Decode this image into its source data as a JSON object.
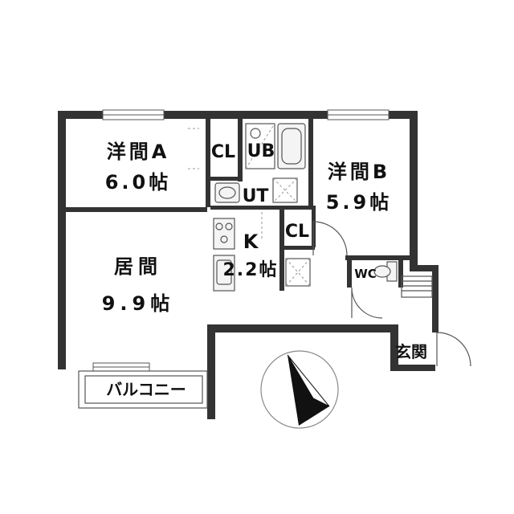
{
  "rooms": {
    "western_a": {
      "name": "洋間A",
      "size": "6.0帖"
    },
    "western_b": {
      "name": "洋間B",
      "size": "5.9帖"
    },
    "living": {
      "name": "居間",
      "size": "9.9帖"
    },
    "kitchen": {
      "name": "K",
      "size": "2.2帖"
    },
    "closet_a": "CL",
    "closet_b": "CL",
    "unit_bath": "UB",
    "utility": "UT",
    "toilet": "WC",
    "entrance": "玄関",
    "balcony": "バルコニー"
  },
  "colors": {
    "wall": "#333333",
    "background": "#ffffff"
  },
  "icons": [
    "compass-north-arrow-icon"
  ]
}
